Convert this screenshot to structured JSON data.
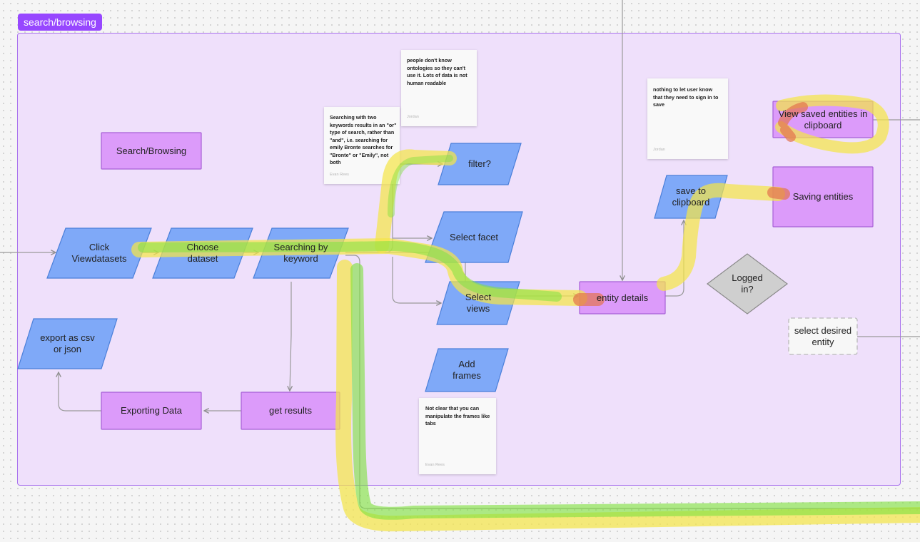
{
  "section": {
    "tag": "search/browsing"
  },
  "nodes": {
    "search_browsing": "Search/Browsing",
    "click_viewdatasets": "Click\nViewdatasets",
    "choose_dataset": "Choose\ndataset",
    "searching_by_keyword": "Searching by\nkeyword",
    "filter": "filter?",
    "select_facet": "Select facet",
    "select_views": "Select\nviews",
    "add_frames": "Add\nframes",
    "entity_details": "entity details",
    "save_to_clipboard": "save to\nclipboard",
    "view_saved_entities": "View saved entities in\nclipboard",
    "saving_entities": "Saving entities",
    "logged_in": "Logged\nin?",
    "select_desired_entity": "select desired\nentity",
    "export_csv_json": "export as csv\nor json",
    "exporting_data": "Exporting Data",
    "get_results": "get results"
  },
  "notes": {
    "ontologies": {
      "text": "people don't know ontologies so they can't use it. Lots of data is not human readable",
      "author": "Jordan"
    },
    "two_keywords": {
      "text": "Searching with two keywords results in an \"or\" type of search, rather than \"and\", i.e. searching for emily Bronte searches for \"Bronte\" or \"Emily\", not both",
      "author": "Evan Rees"
    },
    "sign_in": {
      "text": "nothing to let user know that they need to sign in to save",
      "author": "Jordan"
    },
    "frames": {
      "text": "Not clear that you can manipulate the frames like tabs",
      "author": "Evan Rees"
    }
  },
  "colors": {
    "section_fill": "#efe0fb",
    "section_stroke": "#a972ee",
    "tag": "#9747ff",
    "blue_node": "#7fa9f8",
    "purple_node": "#dc9bfa",
    "diamond": "#cfcfcf",
    "highlighter_yellow": "#f4e54a",
    "highlighter_green": "#80e13f",
    "highlighter_red": "#e2744f"
  }
}
